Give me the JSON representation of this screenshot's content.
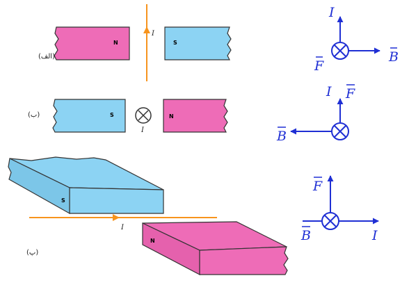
{
  "part_labels": {
    "a": "(الف)",
    "b": "(ب)",
    "c": "(پ)"
  },
  "poles": {
    "north": "N",
    "south": "S"
  },
  "current_label": "I",
  "vectors": {
    "current": "I",
    "force": "F",
    "field": "B"
  },
  "colors": {
    "north": "#ee6cb7",
    "south": "#8cd3f3",
    "current": "#f7941d",
    "vector": "#1f2fd4"
  }
}
